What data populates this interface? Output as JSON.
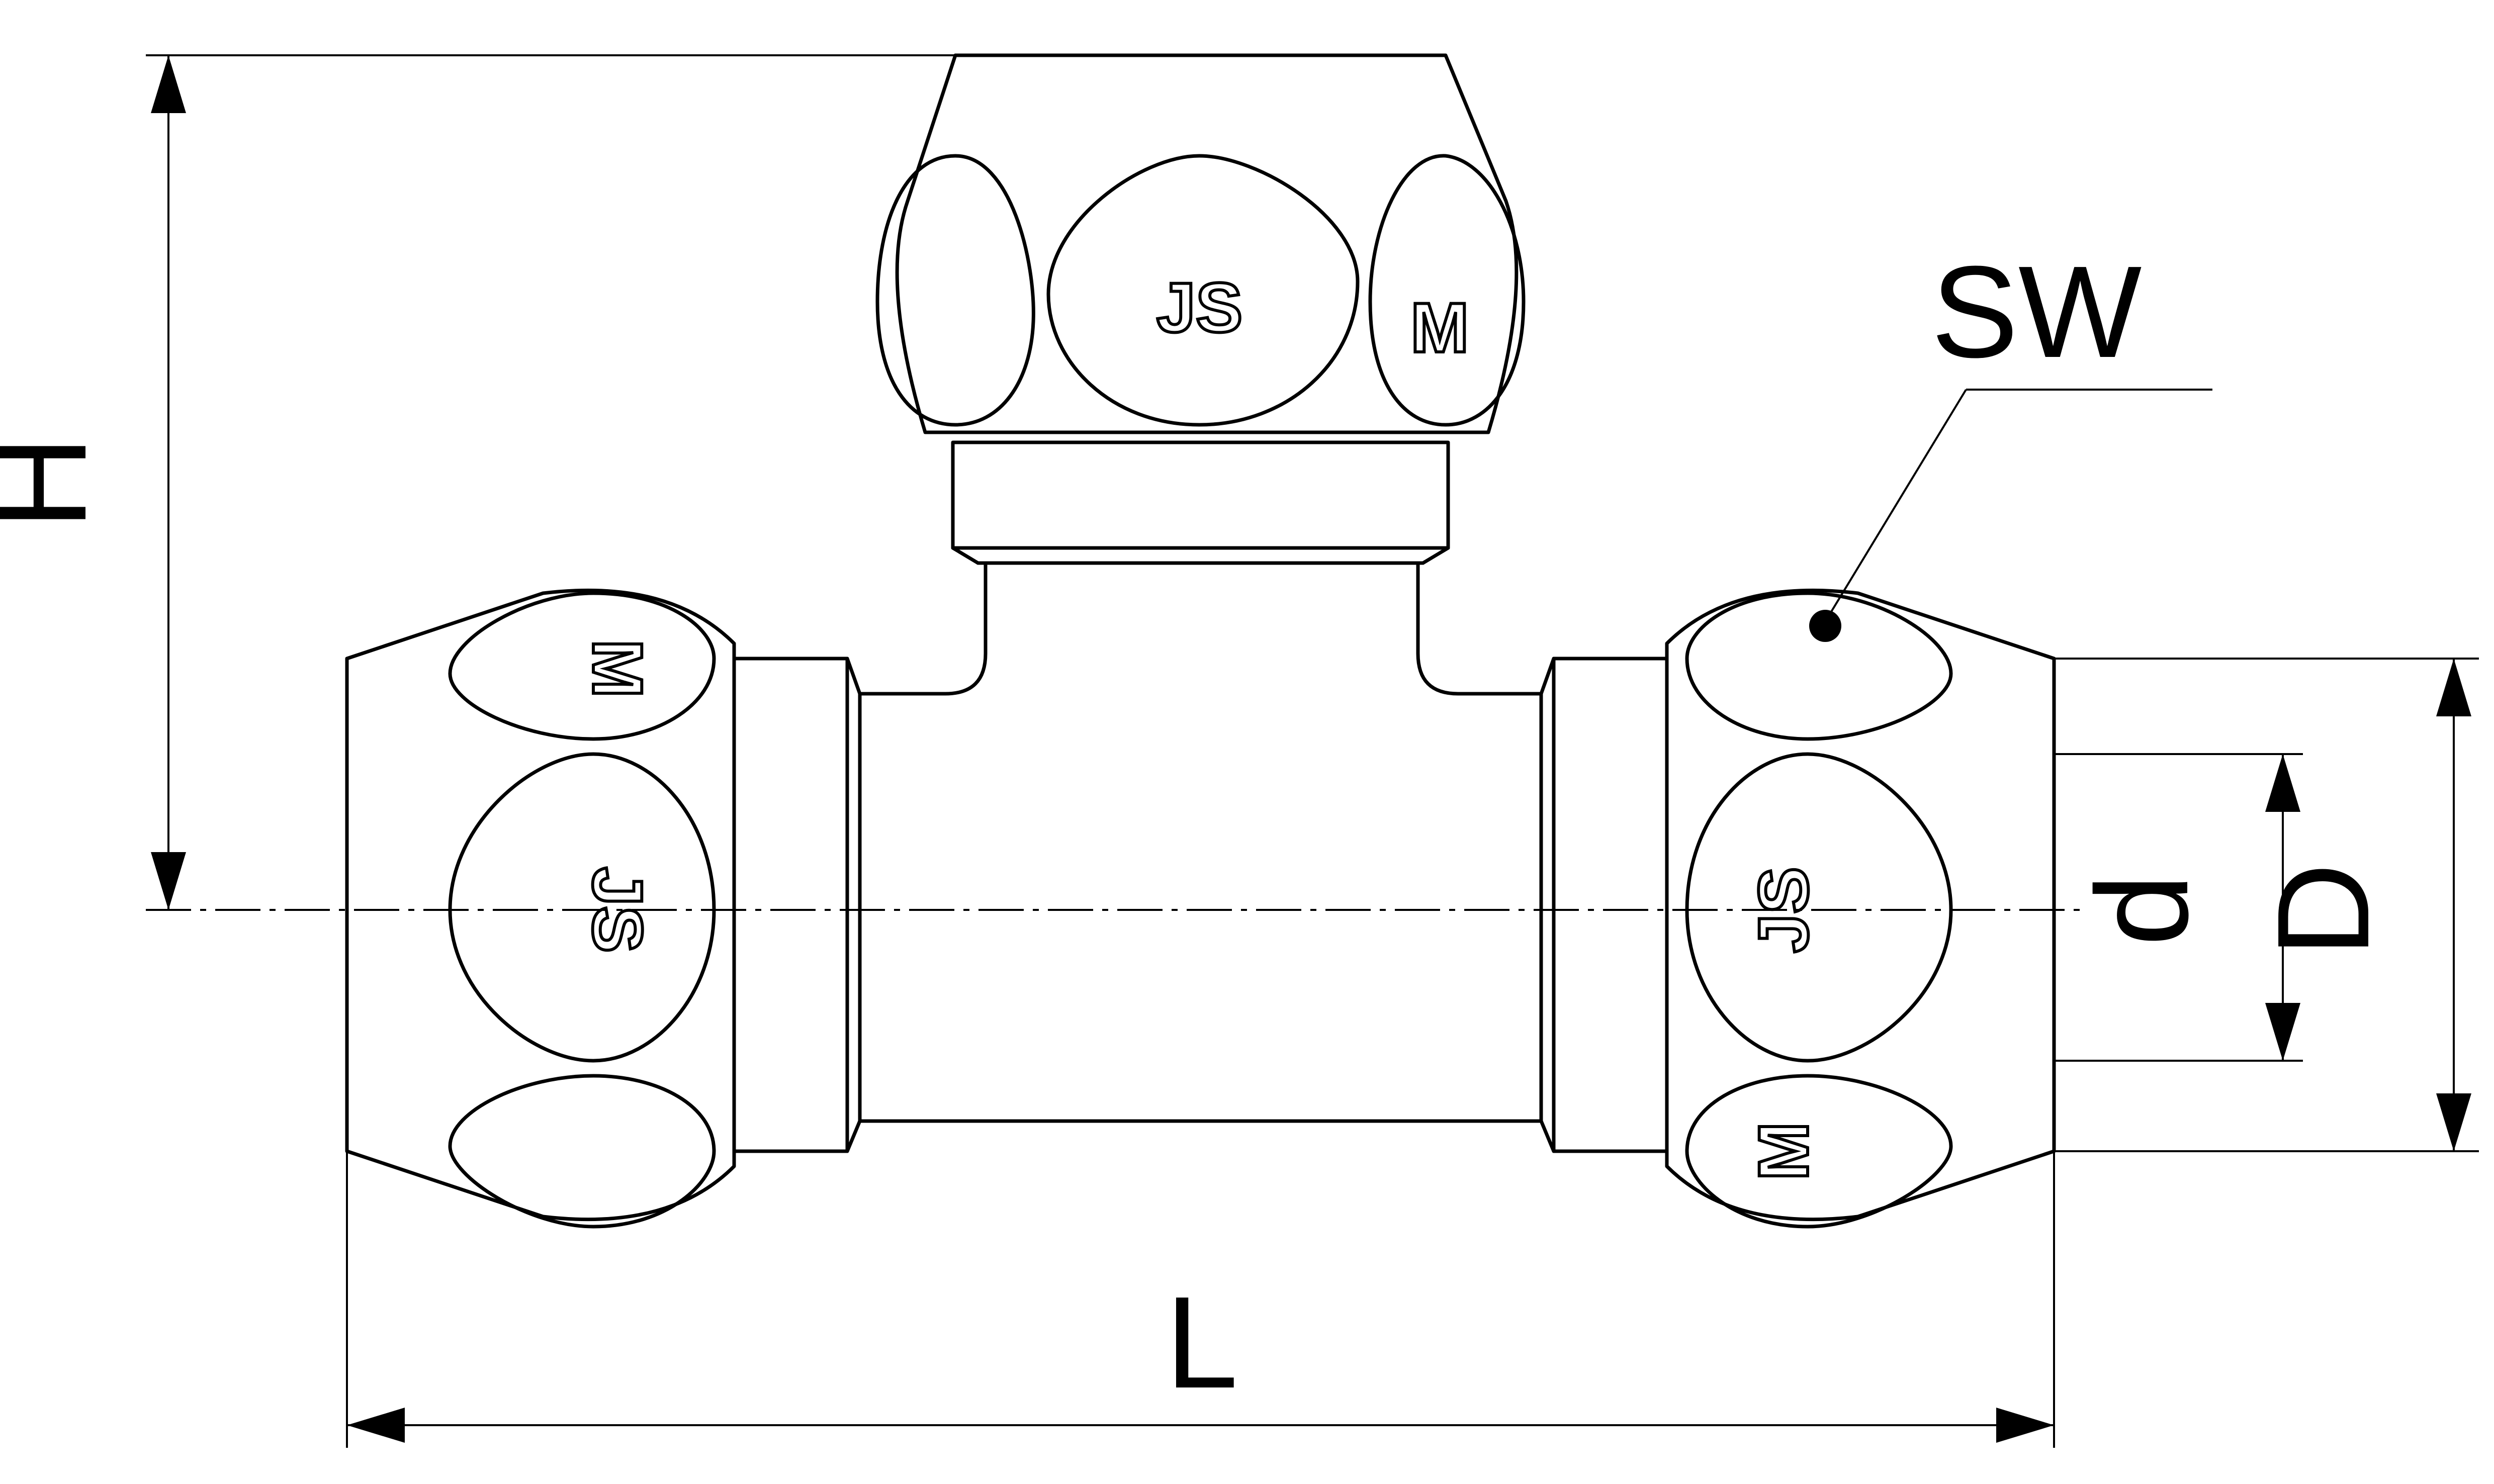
{
  "dimensions": {
    "H": "H",
    "L": "L",
    "SW": "SW",
    "d": "d",
    "D": "D"
  },
  "marks": {
    "logo": "JS",
    "letter": "M"
  }
}
